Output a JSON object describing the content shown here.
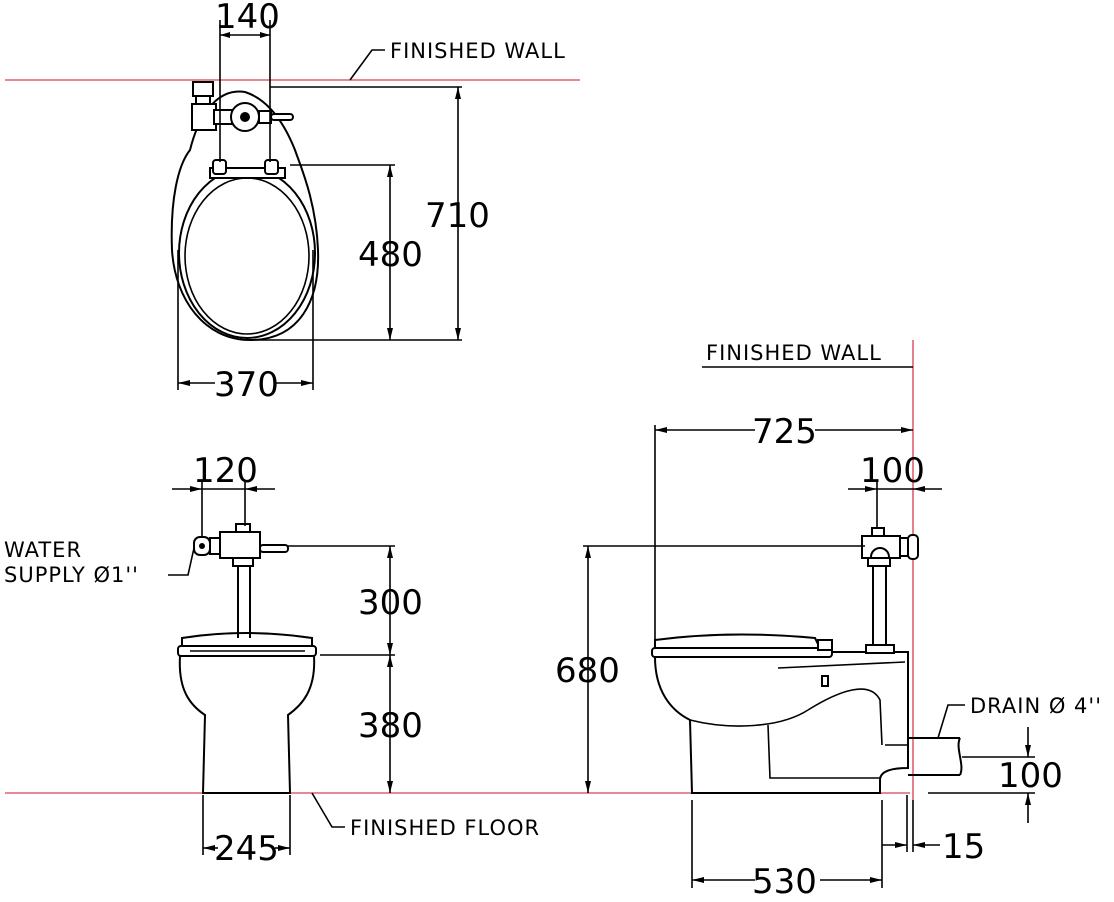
{
  "colors": {
    "reference_line": "#e06070",
    "line": "#000000",
    "background": "#ffffff"
  },
  "labels": {
    "finished_wall_top": "FINISHED WALL",
    "finished_wall_side": "FINISHED WALL",
    "finished_floor": "FINISHED FLOOR",
    "water_supply_line1": "WATER",
    "water_supply_line2": "SUPPLY Ø1''",
    "drain": "DRAIN Ø 4''"
  },
  "dimensions": {
    "top_seat_hinge_width": "140",
    "top_total_depth": "710",
    "top_seat_depth": "480",
    "top_width": "370",
    "front_valve_offset": "120",
    "front_valve_above_seat": "300",
    "front_seat_height": "380",
    "front_base_width": "245",
    "side_total_depth": "725",
    "side_valve_offset": "100",
    "side_valve_height": "680",
    "side_drain_height": "100",
    "side_wall_gap": "15",
    "side_base_length": "530"
  }
}
